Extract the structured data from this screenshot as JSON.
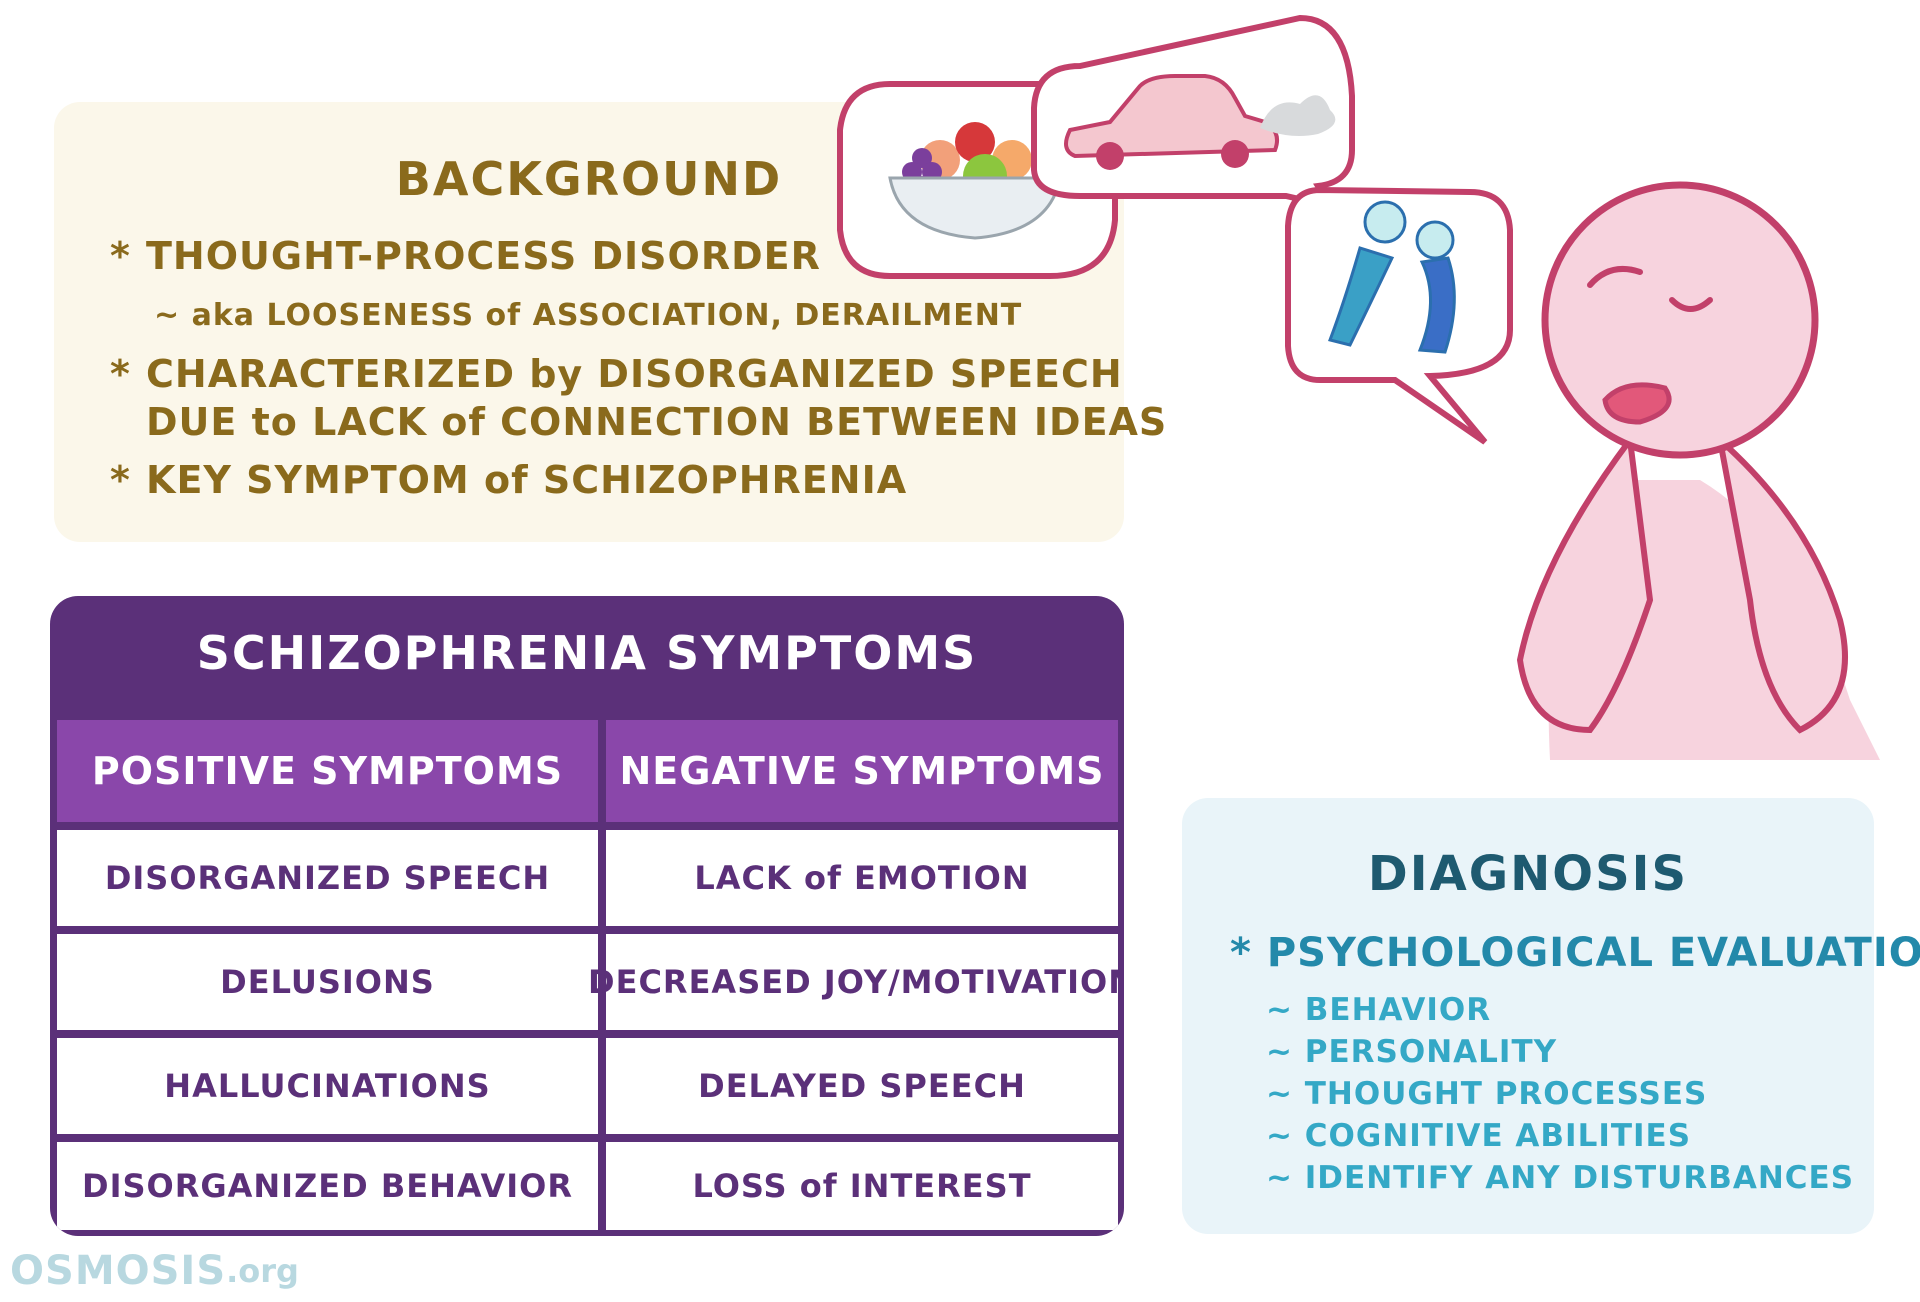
{
  "background": {
    "title": "BACKGROUND",
    "bullet1": "THOUGHT-PROCESS DISORDER",
    "bullet1_sub": "~  aka LOOSENESS of ASSOCIATION, DERAILMENT",
    "bullet2_line1": "CHARACTERIZED by DISORGANIZED SPEECH",
    "bullet2_line2": "DUE to LACK of CONNECTION BETWEEN IDEAS",
    "bullet3": "KEY SYMPTOM of SCHIZOPHRENIA",
    "bullet_marker": "*"
  },
  "symptoms_table": {
    "title": "SCHIZOPHRENIA SYMPTOMS",
    "headers": [
      "POSITIVE SYMPTOMS",
      "NEGATIVE SYMPTOMS"
    ],
    "rows": [
      [
        "DISORGANIZED SPEECH",
        "LACK of EMOTION"
      ],
      [
        "DELUSIONS",
        "DECREASED JOY/MOTIVATION"
      ],
      [
        "HALLUCINATIONS",
        "DELAYED SPEECH"
      ],
      [
        "DISORGANIZED BEHAVIOR",
        "LOSS of INTEREST"
      ]
    ]
  },
  "diagnosis": {
    "title": "DIAGNOSIS",
    "main": "* PSYCHOLOGICAL EVALUATION",
    "items": [
      "~  BEHAVIOR",
      "~  PERSONALITY",
      "~  THOUGHT PROCESSES",
      "~  COGNITIVE ABILITIES",
      "~  IDENTIFY ANY DISTURBANCES"
    ]
  },
  "logo": {
    "brand": "OSMOSIS",
    "suffix": ".org"
  },
  "colors": {
    "background_text": "#8a6a1c",
    "table_dark": "#5b3079",
    "table_header": "#8a47aa",
    "diagnosis_title": "#1e5a70",
    "diagnosis_text": "#2389aa",
    "bubble_outline": "#c2406a",
    "figure_fill": "#f7d3de"
  },
  "icons": [
    "fruit-bowl-icon",
    "car-icon",
    "wrestling-figures-icon",
    "distressed-figure-illustration"
  ]
}
